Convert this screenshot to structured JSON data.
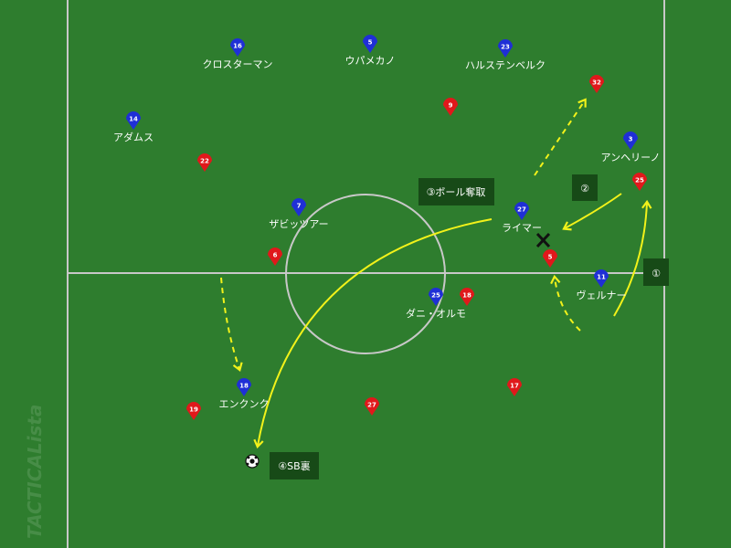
{
  "watermark": "TACTICALista",
  "colors": {
    "pitch": "#2e7d2e",
    "lines": "#c8c8c8",
    "blue_team": "#1f2fd6",
    "red_team": "#e0181b",
    "arrow": "#f2f21a",
    "label_box": "#174a17"
  },
  "blue_players": [
    {
      "number": "16",
      "name": "クロスターマン"
    },
    {
      "number": "5",
      "name": "ウパメカノ"
    },
    {
      "number": "23",
      "name": "ハルステンベルク"
    },
    {
      "number": "14",
      "name": "アダムス"
    },
    {
      "number": "3",
      "name": "アンヘリーノ"
    },
    {
      "number": "7",
      "name": "ザビッツアー"
    },
    {
      "number": "27",
      "name": "ライマー"
    },
    {
      "number": "11",
      "name": "ヴェルナー"
    },
    {
      "number": "25",
      "name": "ダニ・オルモ"
    },
    {
      "number": "18",
      "name": "エンクンク"
    }
  ],
  "red_players": [
    {
      "number": "32"
    },
    {
      "number": "9"
    },
    {
      "number": "22"
    },
    {
      "number": "25"
    },
    {
      "number": "6"
    },
    {
      "number": "5"
    },
    {
      "number": "18"
    },
    {
      "number": "17"
    },
    {
      "number": "19"
    },
    {
      "number": "27"
    }
  ],
  "labels": {
    "step1": "①",
    "step2": "②",
    "step3": "③ボール奪取",
    "step4": "④SB裏"
  },
  "icons": {
    "ball": "soccer-ball-icon",
    "cross": "x-mark-icon"
  }
}
